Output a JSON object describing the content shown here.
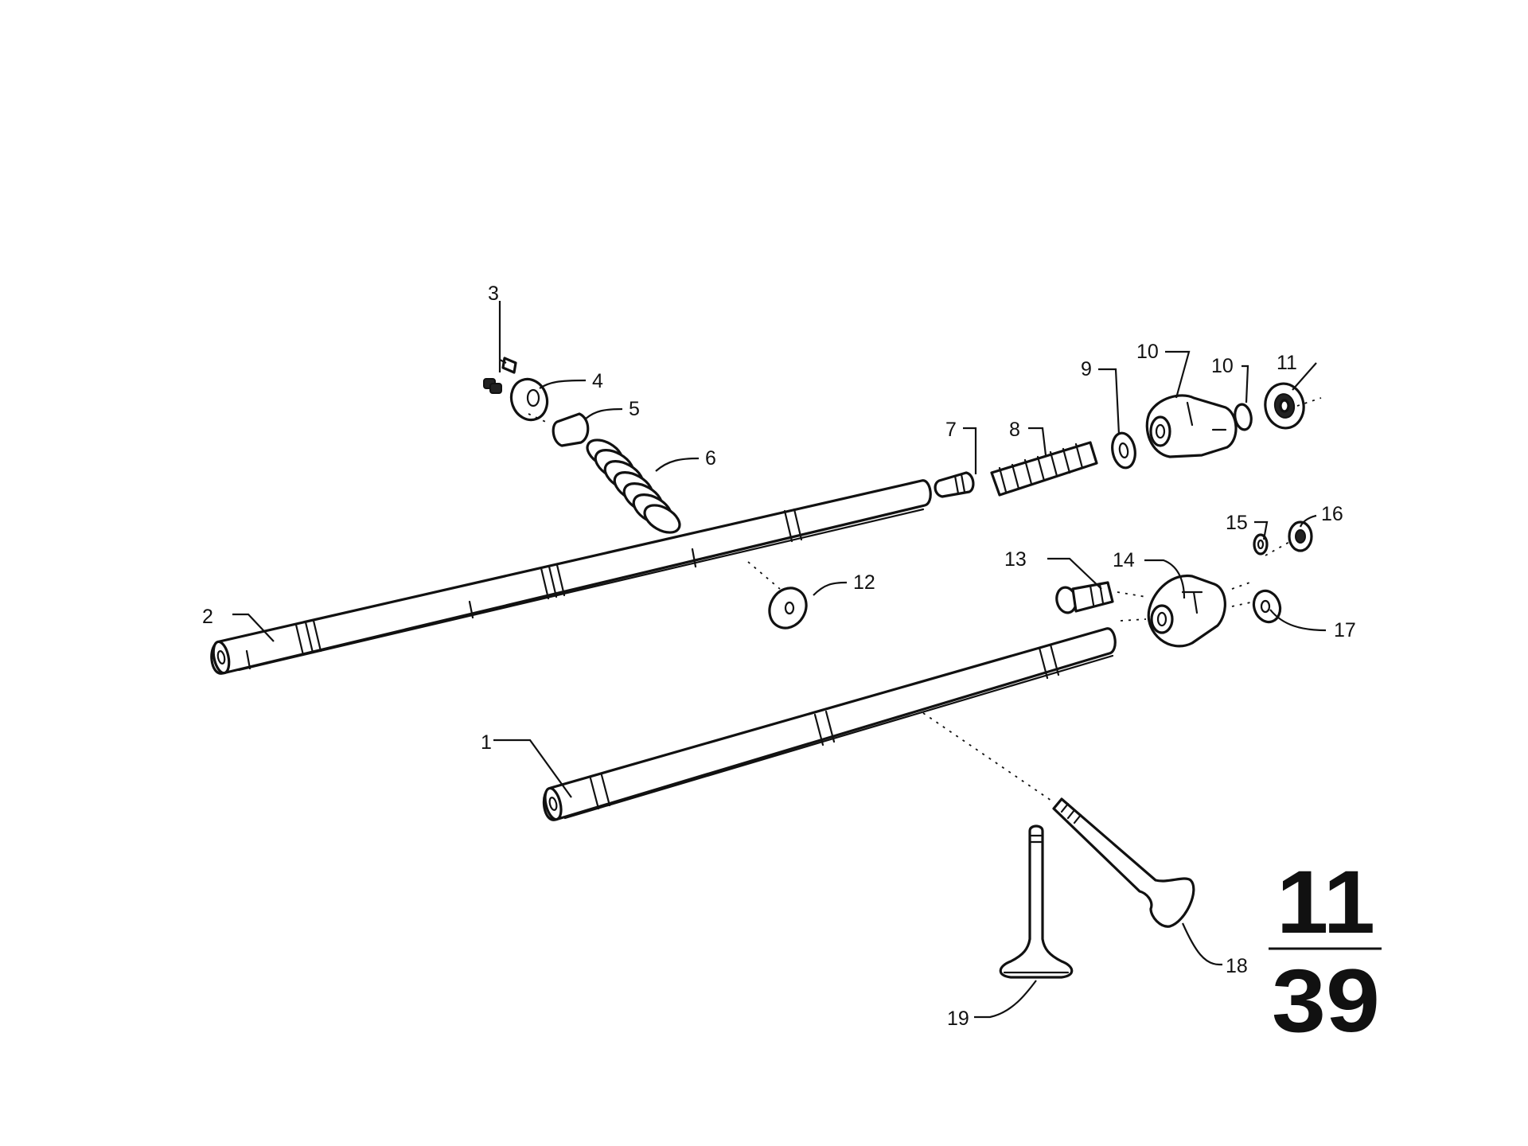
{
  "diagram": {
    "group_number": "11",
    "page_number": "39",
    "callouts": [
      {
        "id": "c1",
        "text": "1"
      },
      {
        "id": "c2",
        "text": "2"
      },
      {
        "id": "c3",
        "text": "3"
      },
      {
        "id": "c4",
        "text": "4"
      },
      {
        "id": "c5",
        "text": "5"
      },
      {
        "id": "c6",
        "text": "6"
      },
      {
        "id": "c7",
        "text": "7"
      },
      {
        "id": "c8",
        "text": "8"
      },
      {
        "id": "c9",
        "text": "9"
      },
      {
        "id": "c10a",
        "text": "10"
      },
      {
        "id": "c10b",
        "text": "10"
      },
      {
        "id": "c11",
        "text": "11"
      },
      {
        "id": "c12",
        "text": "12"
      },
      {
        "id": "c13",
        "text": "13"
      },
      {
        "id": "c14",
        "text": "14"
      },
      {
        "id": "c15",
        "text": "15"
      },
      {
        "id": "c16",
        "text": "16"
      },
      {
        "id": "c17",
        "text": "17"
      },
      {
        "id": "c18",
        "text": "18"
      },
      {
        "id": "c19",
        "text": "19"
      }
    ]
  }
}
